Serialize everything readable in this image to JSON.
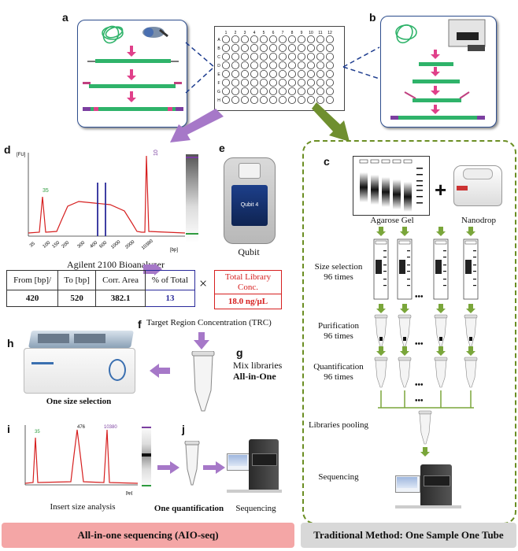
{
  "panel_letters": {
    "a": "a",
    "b": "b",
    "c": "c",
    "d": "d",
    "e": "e",
    "f": "f",
    "g": "g",
    "h": "h",
    "i": "i",
    "j": "j"
  },
  "plate": {
    "cols": [
      "1",
      "2",
      "3",
      "4",
      "5",
      "6",
      "7",
      "8",
      "9",
      "10",
      "11",
      "12"
    ],
    "rows": [
      "A",
      "B",
      "C",
      "D",
      "E",
      "F",
      "G",
      "H"
    ]
  },
  "bioanalyzer": {
    "caption": "Agilent 2100 Bioanalyzer",
    "y_unit": "[FU]",
    "x_unit": "[bp]",
    "peak_low": "35",
    "peak_high": "10380",
    "x_ticks": [
      "35",
      "100",
      "150",
      "200",
      "300",
      "400",
      "600",
      "1000",
      "2000",
      "10380"
    ]
  },
  "qubit": {
    "caption": "Qubit",
    "device_text": "Qubit 4"
  },
  "table": {
    "headers": [
      "From [bp]/",
      "To [bp]",
      "Corr. Area",
      "% of Total"
    ],
    "values": [
      "420",
      "520",
      "382.1",
      "13"
    ],
    "times": "×",
    "conc_header": "Total Library Conc.",
    "conc_value": "18.0 ng/μL"
  },
  "trc_caption": "Target Region Concentration (TRC)",
  "mix_caption": {
    "line1": "Mix libraries",
    "line2": "All-in-One"
  },
  "size_selection_caption": "One size selection",
  "insert": {
    "caption": "Insert size analysis",
    "peak_low": "35",
    "peak_mid": "476",
    "peak_high": "10380",
    "x_unit": "[bp]"
  },
  "one_quant_caption": "One quantification",
  "sequencing_caption": "Sequencing",
  "traditional": {
    "agarose": "Agarose Gel",
    "nanodrop": "Nanodrop",
    "plus": "+",
    "steps": [
      {
        "l1": "Size selection",
        "l2": "96 times"
      },
      {
        "l1": "Purification",
        "l2": "96 times"
      },
      {
        "l1": "Quantification",
        "l2": "96 times"
      },
      {
        "l1": "Libraries pooling",
        "l2": ""
      },
      {
        "l1": "Sequencing",
        "l2": ""
      }
    ],
    "ellipsis": "•••"
  },
  "footer_left": "All-in-one sequencing  (AIO-seq)",
  "footer_right": "Traditional Method: One Sample One Tube",
  "colors": {
    "footer_left_bg": "#f4a6a6",
    "footer_right_bg": "#d8d8d8",
    "dashed_box": "#6b8e23",
    "arrow_green": "#7aa63a",
    "arrow_purple": "#a678c8",
    "trace_red": "#d62020"
  }
}
